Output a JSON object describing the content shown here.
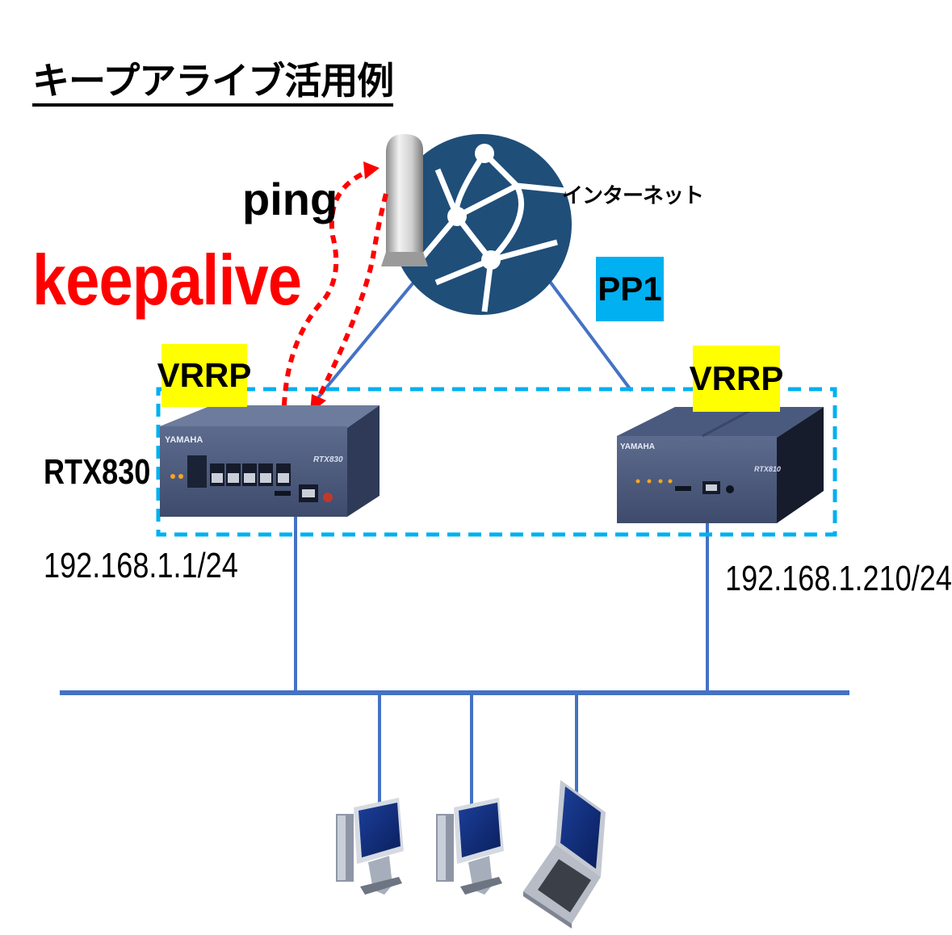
{
  "title": "キープアライブ活用例",
  "labels": {
    "ping": "ping",
    "keepalive": "keepalive",
    "internet": "インターネット",
    "pp1": "PP1",
    "vrrp_left": "VRRP",
    "vrrp_right": "VRRP",
    "router_left_name": "RTX830",
    "ip_left": "192.168.1.1/24",
    "ip_right": "192.168.1.210/24"
  },
  "devices": {
    "left_router_model": "RTX830",
    "right_router_model": "RTX810",
    "brand": "YAMAHA"
  },
  "colors": {
    "keepalive": "#ff0000",
    "ping_arrow": "#ff0000",
    "lines": "#4472c4",
    "vrrp_group_border": "#00b0f0",
    "vrrp_tag": "#ffff00",
    "pp1_tag": "#00b0f0",
    "globe": "#1f4e79",
    "router_body": "#4a5a7e"
  },
  "icons": {
    "globe": "globe-network-icon",
    "server": "server-icon",
    "client_1": "desktop-pc-icon",
    "client_2": "desktop-pc-icon",
    "client_3": "laptop-icon"
  }
}
